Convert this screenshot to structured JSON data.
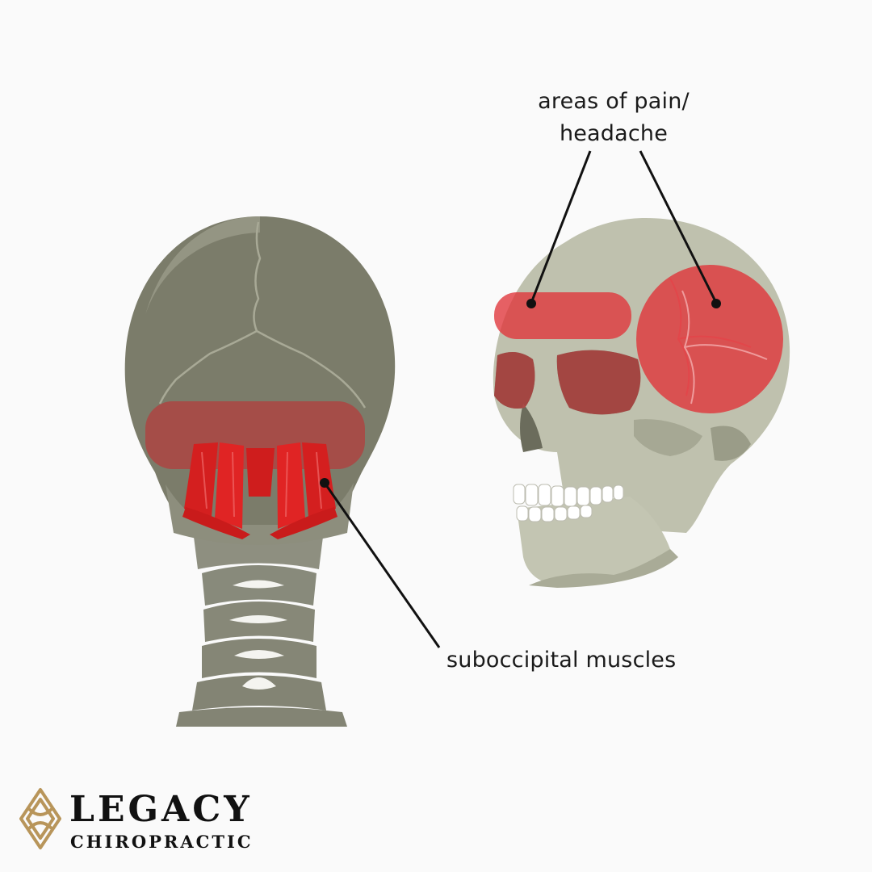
{
  "labels": {
    "pain_line1": "areas of pain/",
    "pain_line2": "headache",
    "muscles": "suboccipital muscles"
  },
  "brand": {
    "name": "LEGACY",
    "subtitle": "CHIROPRACTIC",
    "icon": "gold-knot-diamond-icon"
  },
  "colors": {
    "background": "#fafafa",
    "skull_back": "#7b7c6a",
    "skull_front": "#bdbfac",
    "pain_highlight": "#e0353a",
    "muscle": "#d41f1f",
    "brand_gold": "#b8955a",
    "text": "#1a1a1a"
  }
}
